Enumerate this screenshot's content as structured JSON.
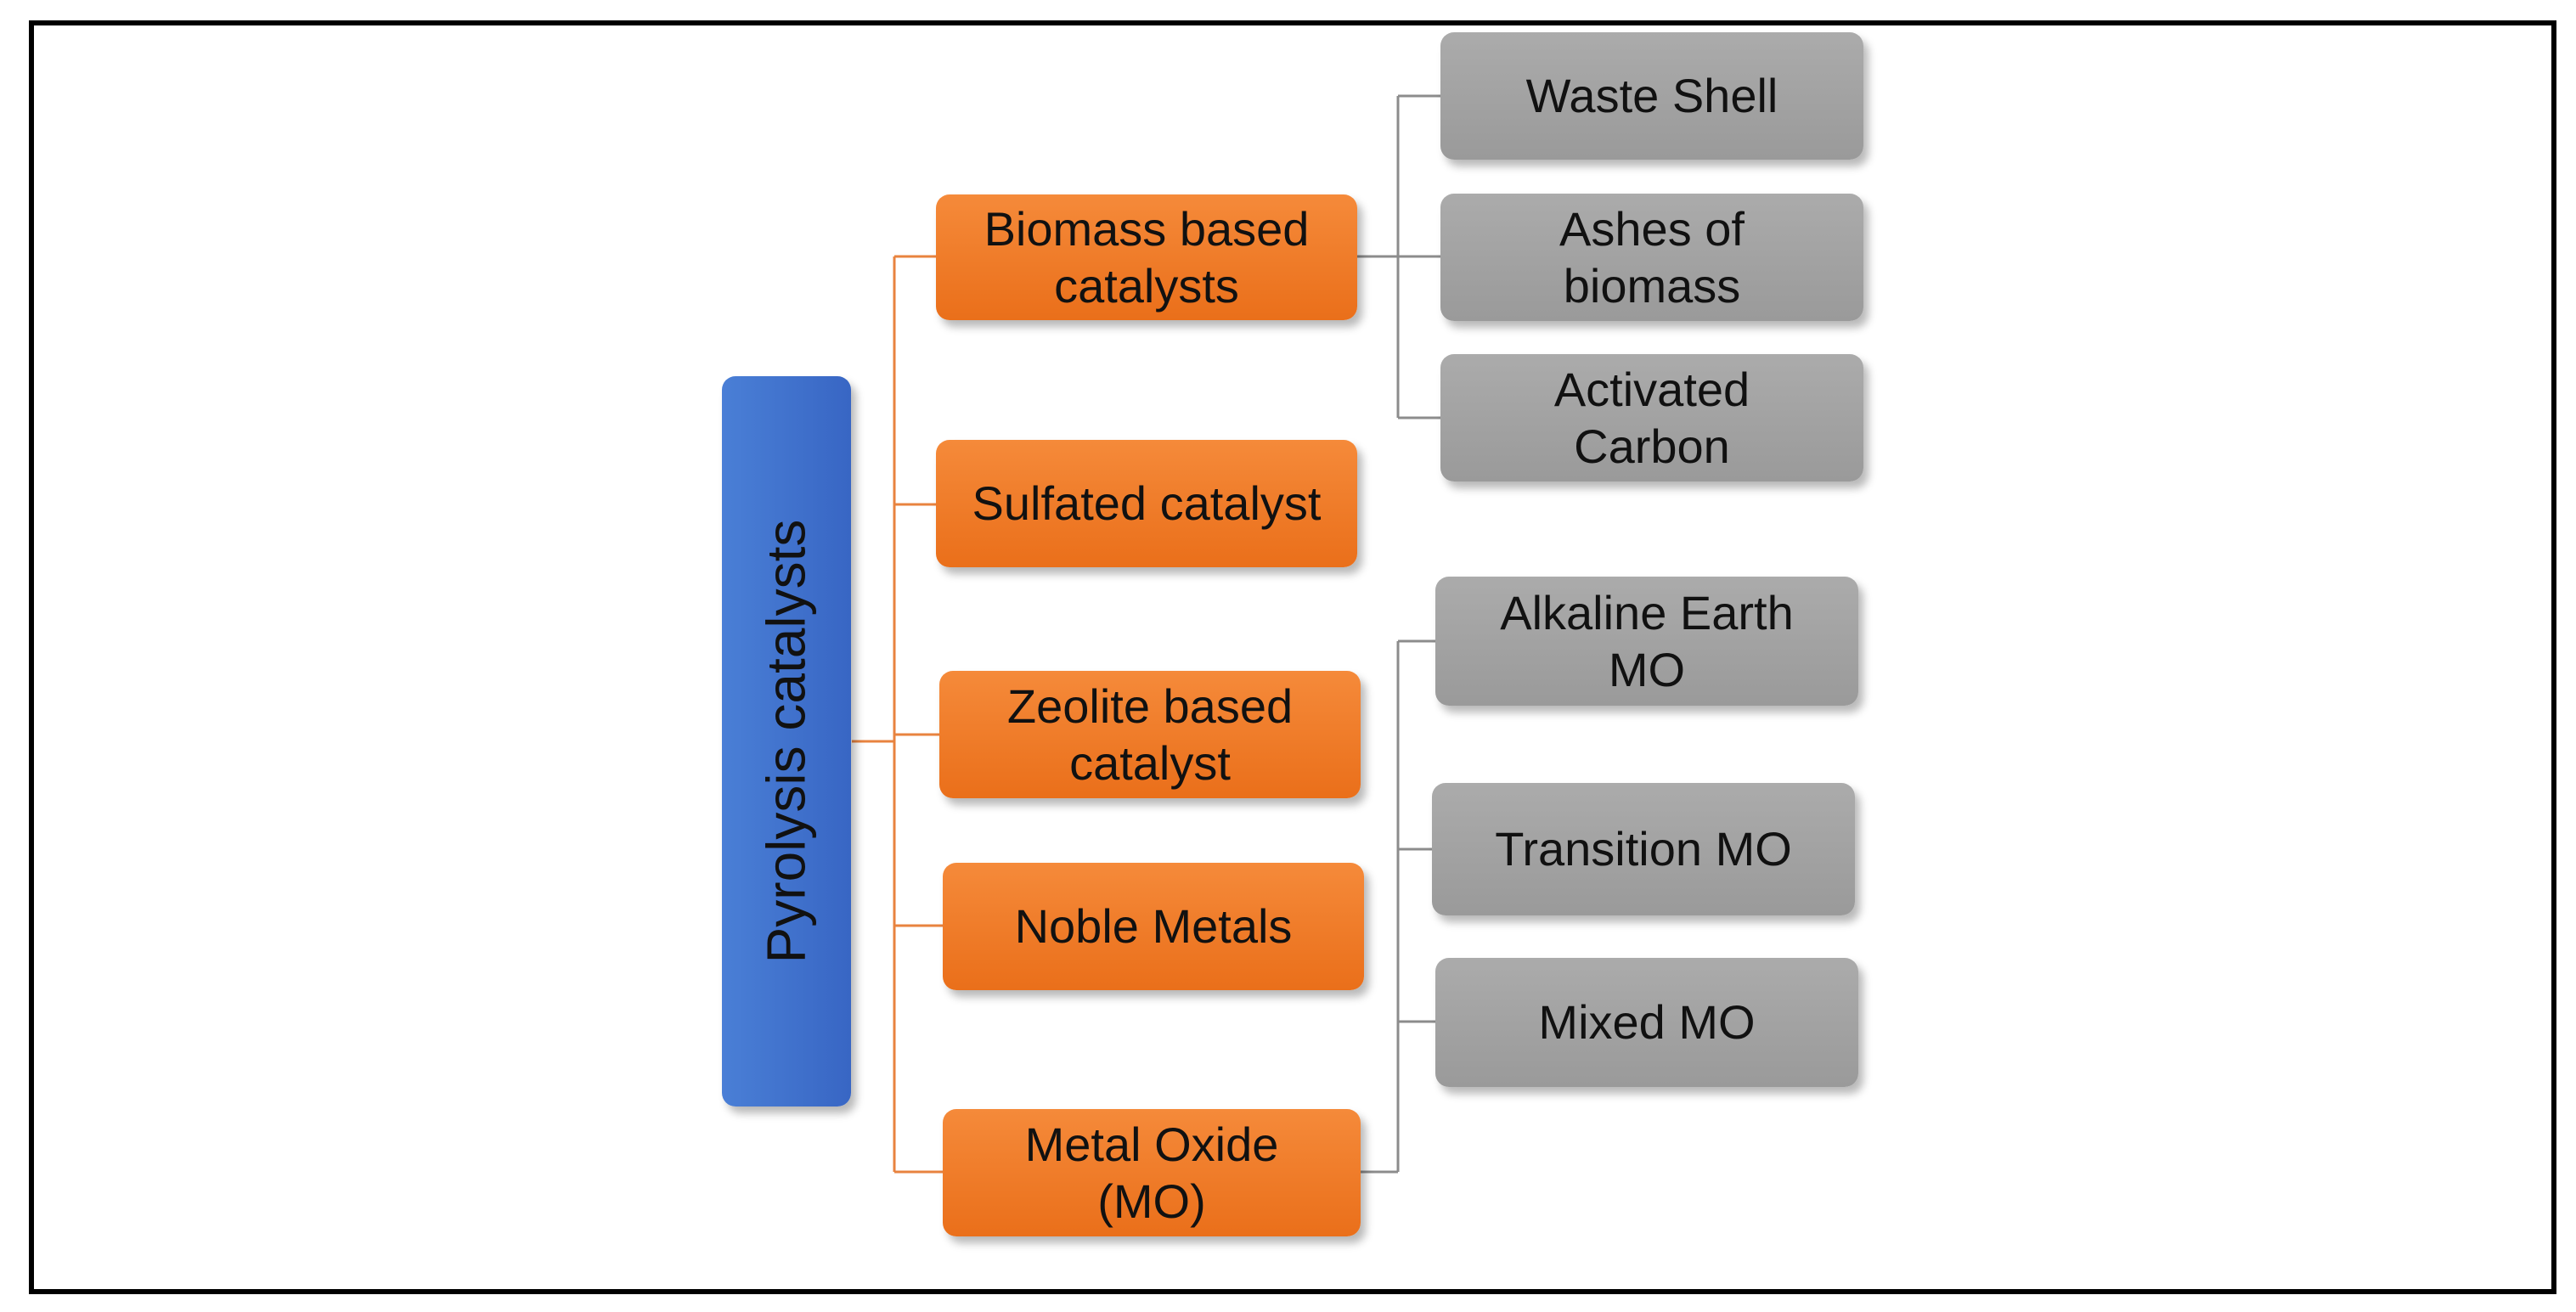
{
  "diagram": {
    "root": {
      "label": "Pyrolysis catalysts"
    },
    "categories": [
      {
        "label": "Biomass based\ncatalysts"
      },
      {
        "label": "Sulfated catalyst"
      },
      {
        "label": "Zeolite based\ncatalyst"
      },
      {
        "label": "Noble Metals"
      },
      {
        "label": "Metal Oxide\n(MO)"
      }
    ],
    "biomass_subtypes": [
      {
        "label": "Waste Shell"
      },
      {
        "label": "Ashes of\nbiomass"
      },
      {
        "label": "Activated\nCarbon"
      }
    ],
    "metal_oxide_subtypes": [
      {
        "label": "Alkaline Earth\nMO"
      },
      {
        "label": "Transition MO"
      },
      {
        "label": "Mixed MO"
      }
    ],
    "colors": {
      "root": "#3866c4",
      "category": "#ea6f1a",
      "subtype": "#a3a3a3",
      "root_connector": "#e8833f",
      "sub_connector": "#8c8c8c"
    }
  }
}
